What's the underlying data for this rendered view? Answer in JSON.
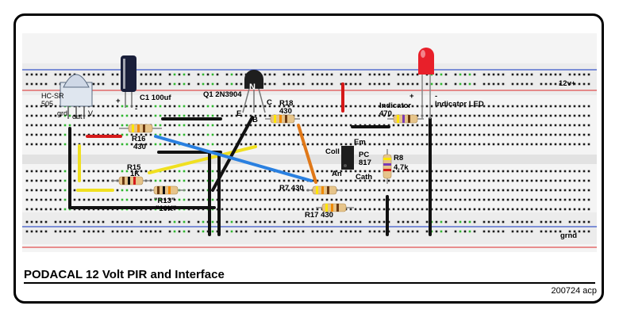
{
  "title": "PODACAL 12 Volt  PIR and Interface",
  "footnote": "200724 acp",
  "rails": {
    "top_label": "12v+",
    "bottom_label": "grnd"
  },
  "components": {
    "pir": {
      "name": "HC-SR",
      "model": "505",
      "pin_gnd": "grd",
      "pin_out": "out",
      "pin_v": "V"
    },
    "capacitor": {
      "label": "C1 100uf",
      "plus": "+",
      "minus": "-"
    },
    "transistor": {
      "label": "Q1 2N3904",
      "type": "N",
      "e": "E",
      "b": "B",
      "c": "C"
    },
    "r18": {
      "name": "R18",
      "value": "430"
    },
    "r16": {
      "name": "R16",
      "value": "430"
    },
    "r15": {
      "name": "R15",
      "value": "1K"
    },
    "r13": {
      "name": "\"R13\"",
      "value": "\"10K\""
    },
    "r7": {
      "label": "R7 430"
    },
    "r17": {
      "label": "R17 430"
    },
    "r8": {
      "name": "R8",
      "value": "4.7k"
    },
    "optocoupler": {
      "coll": "Coll",
      "em": "Em",
      "an": "An",
      "cath": "Cath",
      "pc": "PC",
      "num": "817"
    },
    "indicator_resistor": {
      "name": "Indicator",
      "value": "470"
    },
    "led": {
      "label": "Indicator LED",
      "plus": "+",
      "minus": "-"
    }
  },
  "colors": {
    "rail_red": "#e05050",
    "rail_blue": "#3a55c8",
    "hole": "#1a1a1a",
    "hole_green": "#2fb52f",
    "wire_black": "#111111",
    "wire_red": "#d51a1a",
    "wire_yellow": "#f0e020",
    "wire_blue": "#2a80e0",
    "wire_orange": "#e07818",
    "resistor_body": "#e6c48a",
    "led_red": "#e8202a",
    "cap_body": "#1a1f3a"
  }
}
